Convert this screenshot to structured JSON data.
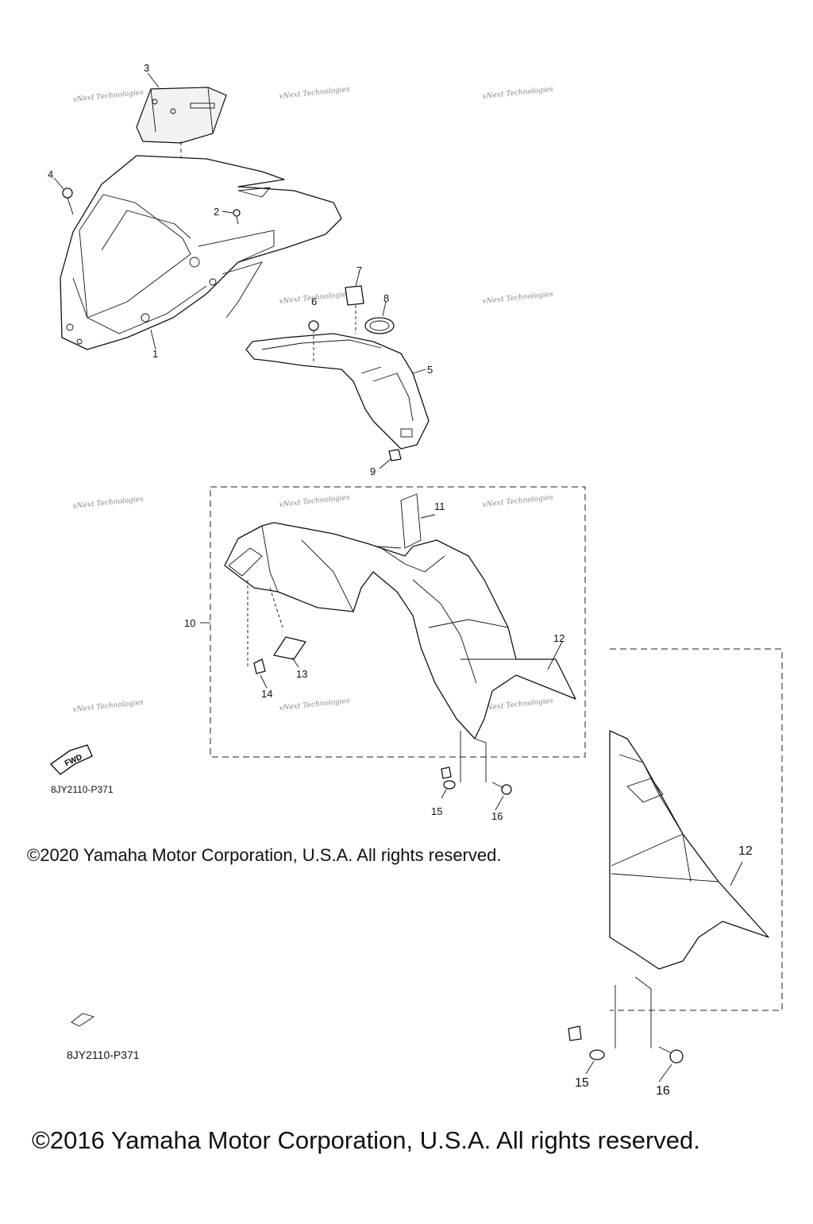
{
  "diagram": {
    "callouts": [
      "1",
      "2",
      "3",
      "4",
      "5",
      "6",
      "7",
      "8",
      "9",
      "10",
      "11",
      "12",
      "13",
      "14",
      "15",
      "16"
    ],
    "inset_callouts": [
      "12",
      "15",
      "16"
    ],
    "watermark_text": "vNext Technologies",
    "fwd_label": "FWD",
    "diagram_code": "8JY2110-P371",
    "inset_diagram_code": "8JY2110-P371"
  },
  "footer": {
    "copyright_2020": "©2020 Yamaha Motor Corporation, U.S.A. All rights reserved.",
    "copyright_2016": "©2016 Yamaha Motor Corporation, U.S.A. All rights reserved."
  }
}
